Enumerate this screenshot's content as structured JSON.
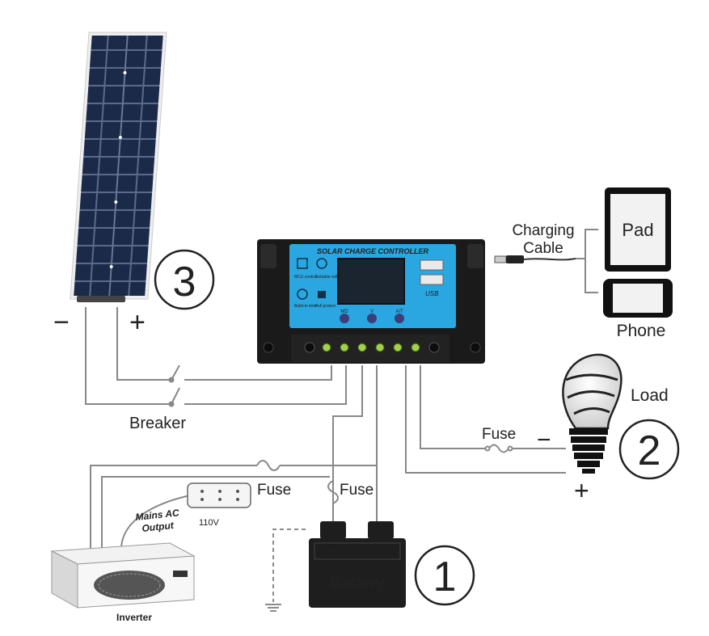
{
  "controller": {
    "title": "SOLAR CHARGE CONTROLLER",
    "feature_labels": [
      "MCU control",
      "Settable voltage",
      "Build-in timer",
      "Full protect"
    ],
    "button_labels": [
      "MD",
      "V",
      "A/T"
    ],
    "usb_label": "USB"
  },
  "labels": {
    "panel_minus": "−",
    "panel_plus": "+",
    "breaker": "Breaker",
    "charging_cable": [
      "Charging",
      "Cable"
    ],
    "pad": "Pad",
    "phone": "Phone",
    "load": "Load",
    "load_fuse": "Fuse",
    "load_minus": "−",
    "load_plus": "+",
    "inverter_fuse": "Fuse",
    "battery_fuse": "Fuse",
    "mains": [
      "Mains AC",
      "Output"
    ],
    "voltage": "110V",
    "inverter": "Inverter",
    "battery": "Battery",
    "battery_plus": "+",
    "battery_minus": "−"
  },
  "markers": {
    "panel": "3",
    "load": "2",
    "battery": "1"
  },
  "colors": {
    "wire": "#888888",
    "controller_blue": "#2aa6e0",
    "controller_body": "#1a1a1a",
    "panel_cell": "#1c2a4a",
    "battery": "#1e1e1e"
  }
}
